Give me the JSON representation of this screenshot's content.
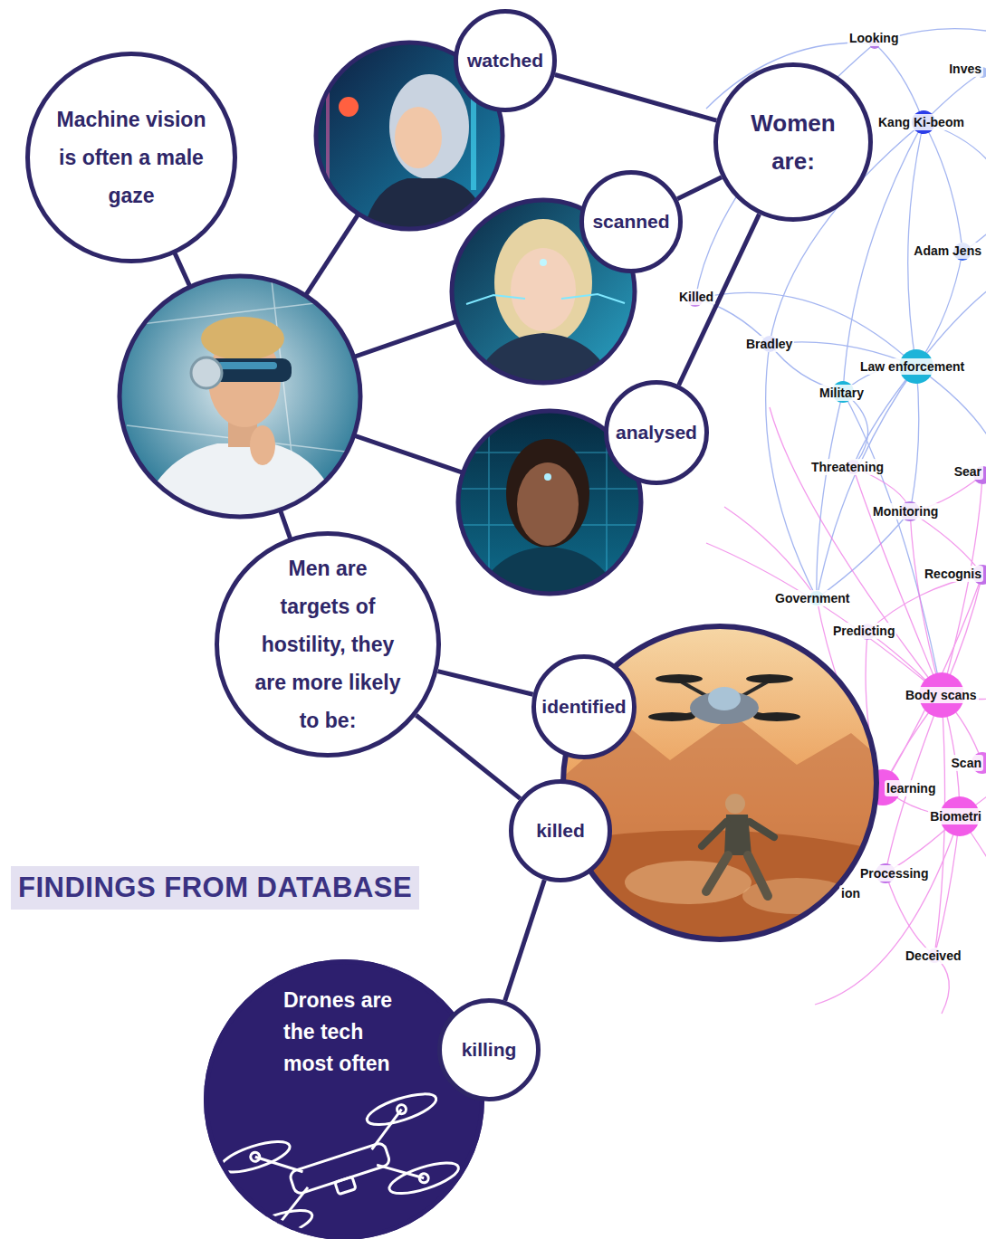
{
  "diagram": {
    "title": "FINDINGS FROM DATABASE",
    "nodes": [
      {
        "text": [
          "Machine vision is often a male gaze"
        ]
      },
      {
        "text": [
          "watched"
        ]
      },
      {
        "text": [
          "Women are:"
        ]
      },
      {
        "text": [
          "scanned"
        ]
      },
      {
        "text": [
          "analysed"
        ]
      },
      {
        "text": [
          "Men are targets of hostility, they are more likely to be:"
        ]
      },
      {
        "text": [
          "identified"
        ]
      },
      {
        "text": [
          "killed"
        ]
      },
      {
        "text": [
          "Drones are the tech most often"
        ]
      },
      {
        "text": [
          "killing"
        ]
      }
    ],
    "edges": [
      {
        "from": 1,
        "to": 2,
        "arrow": "none"
      },
      {
        "from": 3,
        "to": 2,
        "arrow": "none"
      },
      {
        "from": 4,
        "to": 2,
        "arrow": "none"
      },
      {
        "from": 5,
        "to": 6,
        "arrow": "none"
      },
      {
        "from": 5,
        "to": 7,
        "arrow": "none"
      },
      {
        "from": 7,
        "to": 9,
        "arrow": "none"
      }
    ],
    "labels": [
      "Looking",
      "Inves",
      "Kang Ki-beom",
      "Adam Jens",
      "Killed",
      "Bradley",
      "Law enforcement",
      "Military",
      "Threatening",
      "Sear",
      "Monitoring",
      "Recognis",
      "Government",
      "Predicting",
      "Body scans",
      "Scan",
      "learning",
      "Biometri",
      "Processing",
      "ion",
      "Deceived"
    ]
  }
}
